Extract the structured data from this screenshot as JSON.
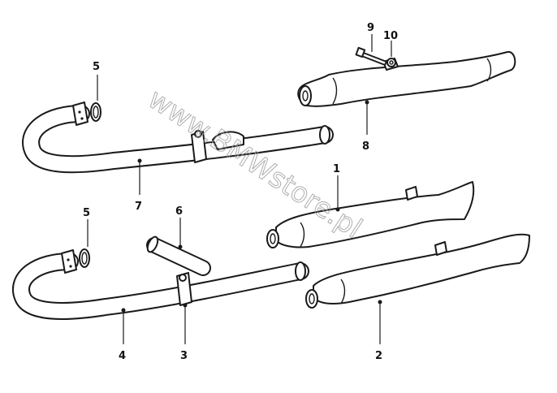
{
  "watermark": "www.BMWstore.pl",
  "callouts": {
    "c1": "1",
    "c2": "2",
    "c3": "3",
    "c4": "4",
    "c5a": "5",
    "c5b": "5",
    "c6": "6",
    "c7": "7",
    "c8": "8",
    "c9": "9",
    "c10": "10"
  },
  "colors": {
    "line": "#1a1a1a",
    "watermark": "#9a9a9a",
    "background": "#ffffff"
  }
}
